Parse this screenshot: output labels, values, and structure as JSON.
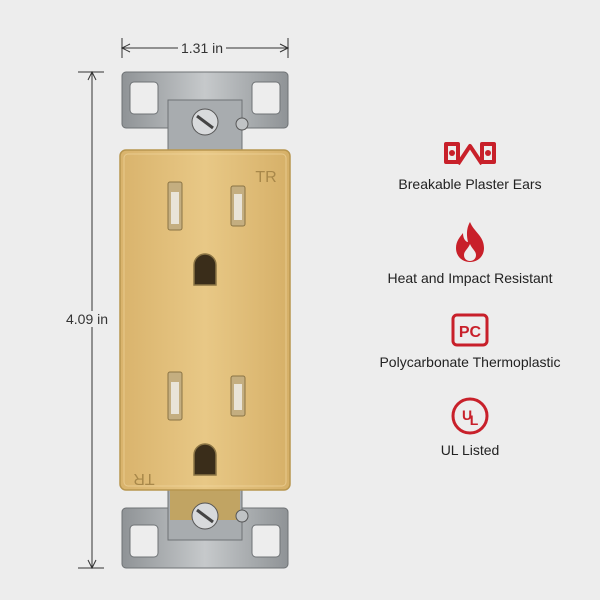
{
  "dimensions": {
    "width_label": "1.31 in",
    "height_label": "4.09 in"
  },
  "outlet": {
    "tr_top": "TR",
    "tr_bottom": "TR",
    "color": "#e3c07c",
    "strap_color": "#b9bcbf",
    "brass_color": "#c9a24a"
  },
  "features": [
    {
      "icon": "plaster-ears-icon",
      "label": "Breakable Plaster Ears"
    },
    {
      "icon": "flame-icon",
      "label": "Heat and Impact Resistant"
    },
    {
      "icon": "pc-icon",
      "label": "Polycarbonate Thermoplastic"
    },
    {
      "icon": "ul-icon",
      "label": "UL Listed"
    }
  ],
  "accent_color": "#c8202a"
}
